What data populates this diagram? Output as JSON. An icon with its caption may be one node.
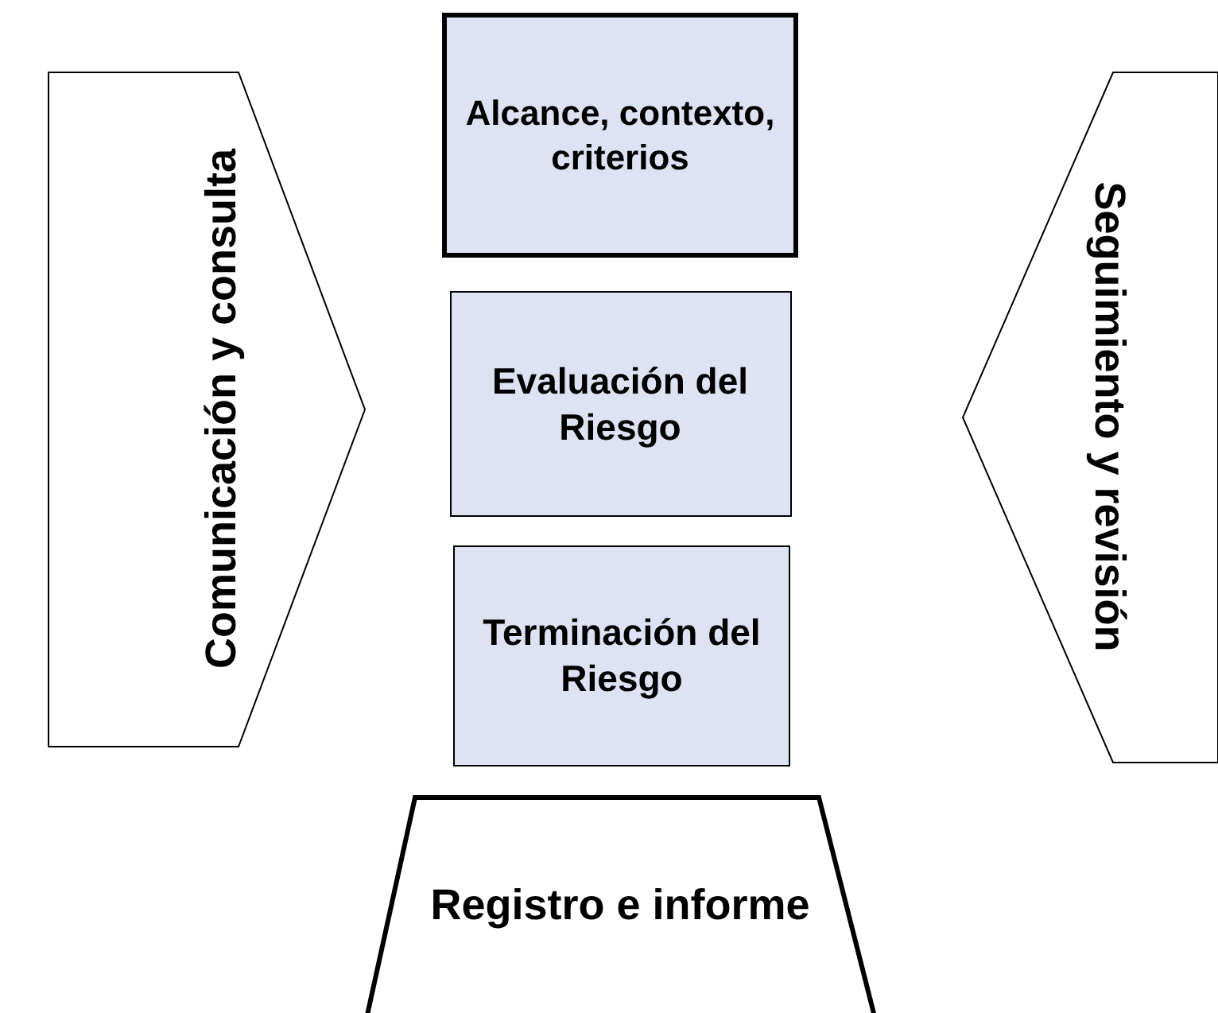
{
  "diagram": {
    "nodes": [
      {
        "text": [
          "Comunicación y consulta"
        ]
      },
      {
        "text": [
          "Alcance, contexto, criterios"
        ]
      },
      {
        "text": [
          "Evaluación del Riesgo"
        ]
      },
      {
        "text": [
          "Terminación del Riesgo"
        ]
      },
      {
        "text": [
          "Seguimiento y revisión"
        ]
      },
      {
        "text": [
          "Registro e informe"
        ]
      }
    ]
  }
}
